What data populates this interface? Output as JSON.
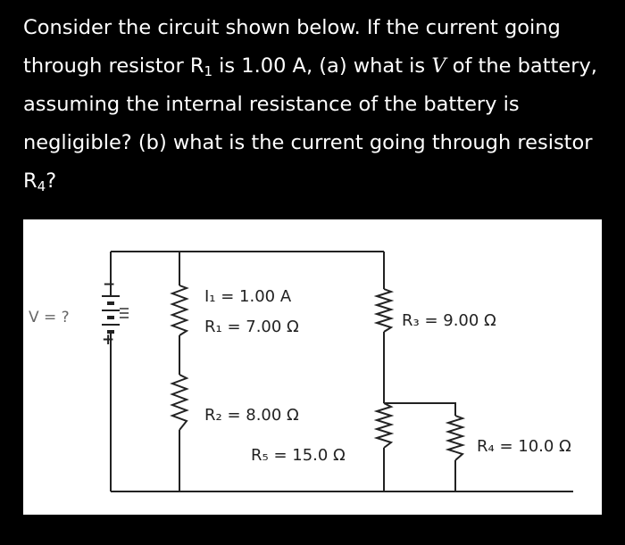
{
  "question": {
    "part1": "Consider the circuit shown below. If the current going through resistor R",
    "r1_sub": "1",
    "part2": " is 1.00 A, (a) what is ",
    "voltage_var": "V",
    "part3": " of the battery, assuming the internal resistance of the battery is negligible? (b) what is the current going through resistor R",
    "r4_sub": "4",
    "part4": "?"
  },
  "circuit": {
    "battery_label": "V = ?",
    "battery_minus": "−",
    "battery_plus": "+",
    "i1_label": "I₁ = 1.00 A",
    "r1_label": "R₁ = 7.00 Ω",
    "r2_label": "R₂ = 8.00 Ω",
    "r3_label": "R₃ = 9.00 Ω",
    "r4_label": "R₄ = 10.0 Ω",
    "r5_label": "R₅ = 15.0 Ω"
  }
}
